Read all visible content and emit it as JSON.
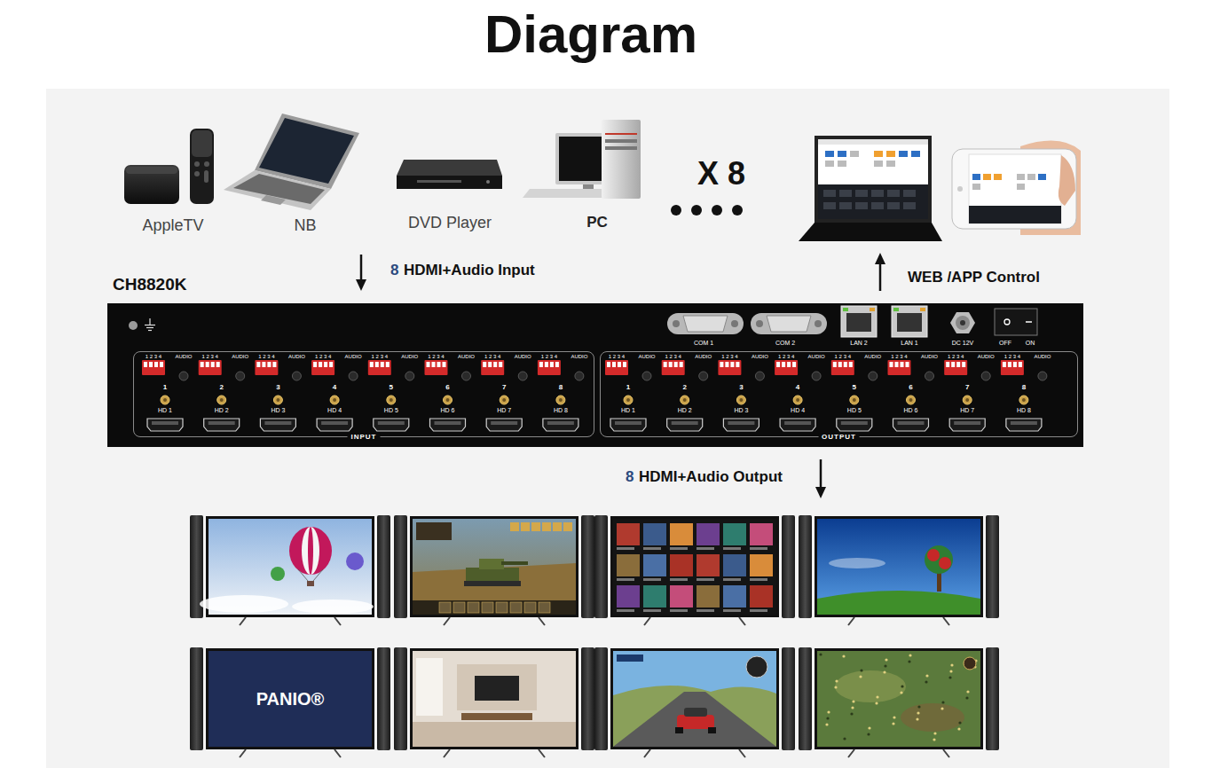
{
  "diagram": {
    "title": "Diagram",
    "nodes": [
      {
        "text": [
          "CH8820K"
        ]
      },
      {
        "text": [
          "INPUT"
        ],
        "in": 0
      },
      {
        "text": [
          "OUTPUT"
        ],
        "in": 0
      }
    ],
    "labels": [
      "AppleTV",
      "NB",
      "DVD Player",
      "PC",
      "X 8",
      "8",
      "HDMI+Audio Input",
      "WEB /APP Control",
      "COM 1",
      "COM 2",
      "LAN 2",
      "LAN 1",
      "DC 12V",
      "OFF",
      "ON",
      "1 2 3 4",
      "AUDIO",
      "1",
      "HD 1",
      "1 2 3 4",
      "AUDIO",
      "2",
      "HD 2",
      "1 2 3 4",
      "AUDIO",
      "3",
      "HD 3",
      "1 2 3 4",
      "AUDIO",
      "4",
      "HD 4",
      "1 2 3 4",
      "AUDIO",
      "5",
      "HD 5",
      "1 2 3 4",
      "AUDIO",
      "6",
      "HD 6",
      "1 2 3 4",
      "AUDIO",
      "7",
      "HD 7",
      "1 2 3 4",
      "AUDIO",
      "8",
      "HD 8",
      "1 2 3 4",
      "AUDIO",
      "1",
      "HD 1",
      "1 2 3 4",
      "AUDIO",
      "2",
      "HD 2",
      "1 2 3 4",
      "AUDIO",
      "3",
      "HD 3",
      "1 2 3 4",
      "AUDIO",
      "4",
      "HD 4",
      "1 2 3 4",
      "AUDIO",
      "5",
      "HD 5",
      "1 2 3 4",
      "AUDIO",
      "6",
      "HD 6",
      "1 2 3 4",
      "AUDIO",
      "7",
      "HD 7",
      "1 2 3 4",
      "AUDIO",
      "8",
      "HD 8",
      "8",
      "HDMI+Audio Output",
      "PANIO®"
    ]
  }
}
